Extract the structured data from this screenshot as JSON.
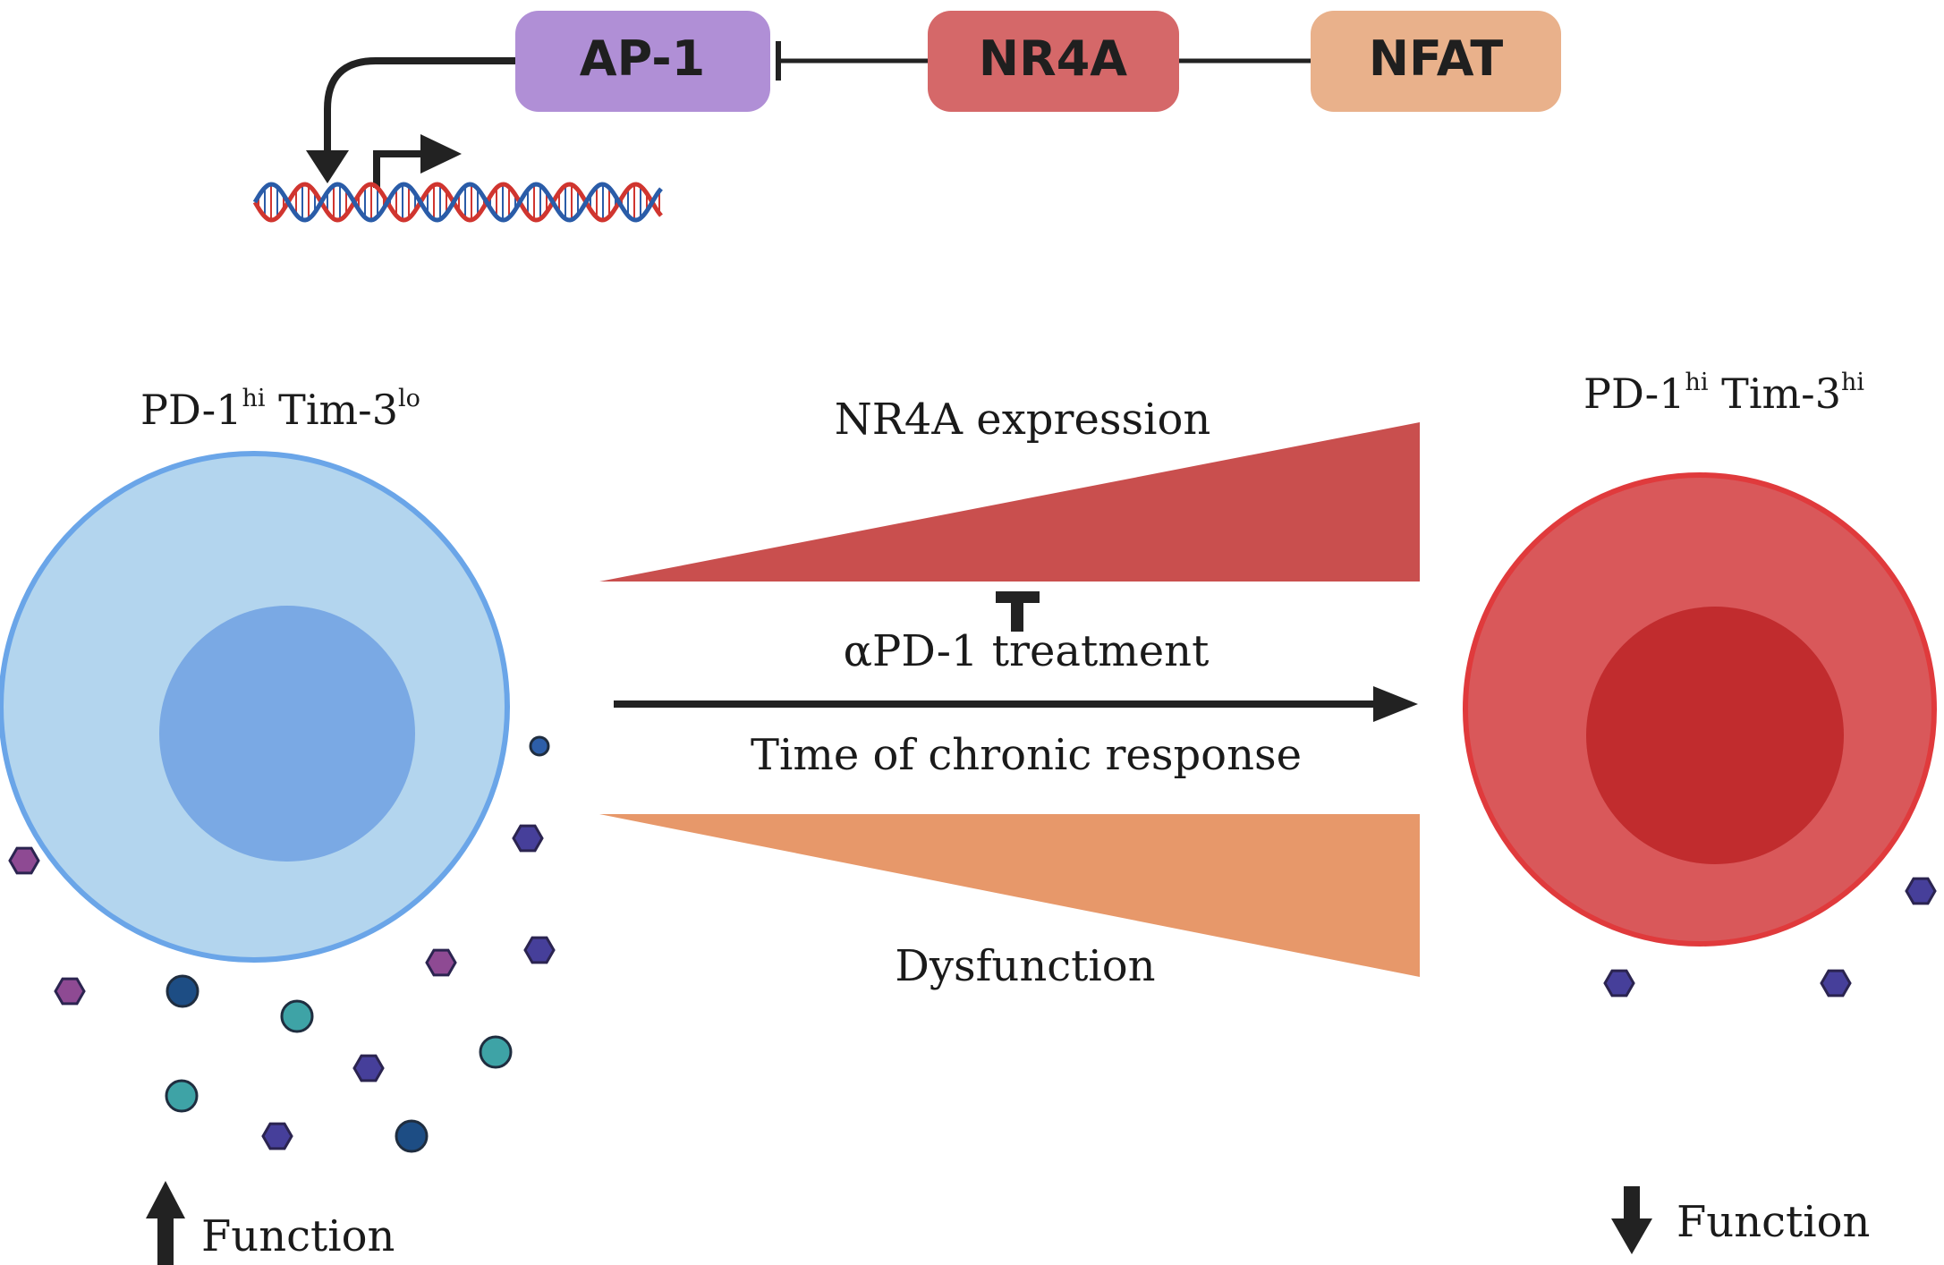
{
  "pathway": {
    "ap1": {
      "label": "AP-1",
      "color": "#b08fd6"
    },
    "nr4a": {
      "label": "NR4A",
      "color": "#d56869"
    },
    "nfat": {
      "label": "NFAT",
      "color": "#e9b18b"
    }
  },
  "left_cell": {
    "name_a": "PD-1",
    "sup_a": "hi",
    "name_b": "Tim-3",
    "sup_b": "lo",
    "outer_color": "#b3d5ee",
    "inner_color": "#7aa9e4",
    "border_color": "#6aa5e8",
    "function_label": "Function",
    "function_direction": "up"
  },
  "right_cell": {
    "name_a": "PD-1",
    "sup_a": "hi",
    "name_b": "Tim-3",
    "sup_b": "hi",
    "outer_color": "#d9585a",
    "inner_color": "#c12c2e",
    "border_color": "#e03a3c",
    "function_label": "Function",
    "function_direction": "down"
  },
  "middle": {
    "nr4a_expression": "NR4A expression",
    "treatment": "αPD-1 treatment",
    "time": "Time of chronic response",
    "dysfunction": "Dysfunction",
    "nr4a_wedge_color": "#c94f4e",
    "dysfunction_wedge_color": "#e7986a"
  },
  "colors": {
    "purple_hex": "#8e4a93",
    "indigo_hex": "#463f9a",
    "teal_circle": "#3ea3a6",
    "navy_circle": "#1d4d84",
    "blue_dot": "#2d5ea8"
  }
}
